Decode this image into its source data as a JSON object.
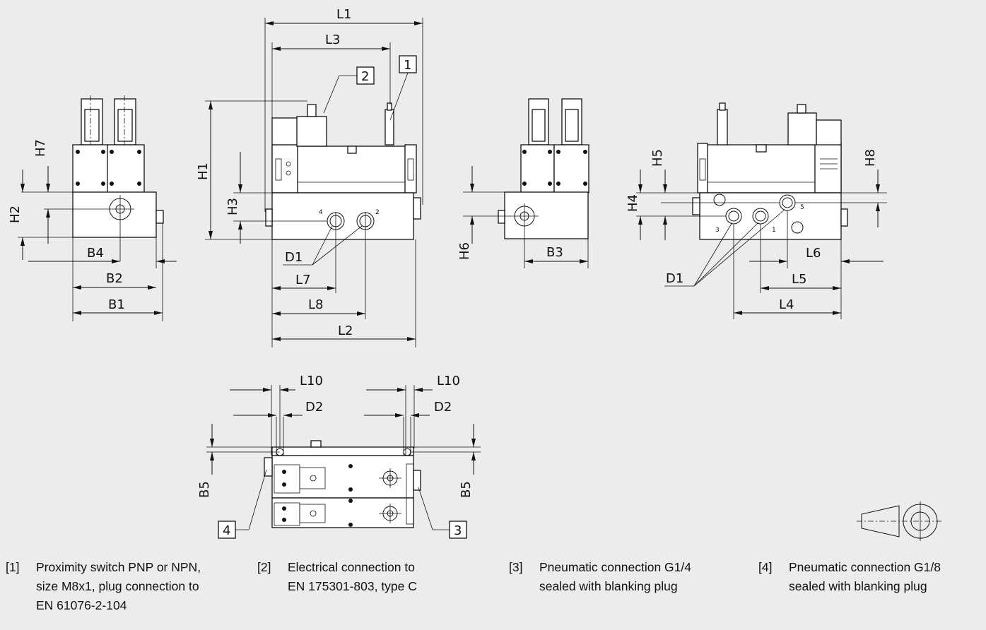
{
  "dimensions": {
    "L1": "L1",
    "L2": "L2",
    "L3": "L3",
    "L4": "L4",
    "L5": "L5",
    "L6": "L6",
    "L7": "L7",
    "L8": "L8",
    "L10": "L10",
    "H1": "H1",
    "H2": "H2",
    "H3": "H3",
    "H4": "H4",
    "H5": "H5",
    "H6": "H6",
    "H7": "H7",
    "H8": "H8",
    "B1": "B1",
    "B2": "B2",
    "B3": "B3",
    "B4": "B4",
    "B5": "B5",
    "D1": "D1",
    "D2": "D2"
  },
  "callouts": {
    "c1": "1",
    "c2": "2",
    "c3": "3",
    "c4": "4"
  },
  "ports": {
    "p1": "1",
    "p2": "2",
    "p3": "3",
    "p4": "4",
    "p5": "5"
  },
  "legend": [
    {
      "num": "[1]",
      "text": "Proximity switch PNP or NPN,\nsize M8x1, plug connection to\nEN 61076-2-104"
    },
    {
      "num": "[2]",
      "text": "Electrical connection to\nEN 175301-803, type C"
    },
    {
      "num": "[3]",
      "text": "Pneumatic connection G1/4\nsealed with blanking plug"
    },
    {
      "num": "[4]",
      "text": "Pneumatic connection G1/8\nsealed with blanking plug"
    }
  ]
}
